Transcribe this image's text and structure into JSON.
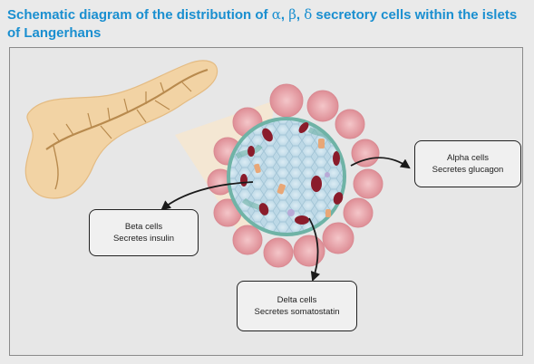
{
  "title": {
    "prefix": "Schematic diagram of the distribution of ",
    "alpha": "α",
    "sep1": ", ",
    "beta": "β",
    "sep2": ", ",
    "delta": "δ",
    "suffix": " secretory cells within the islets of Langerhans"
  },
  "labels": {
    "alpha": {
      "line1": "Alpha cells",
      "line2": "Secretes glucagon"
    },
    "beta": {
      "line1": "Beta cells",
      "line2": "Secretes insulin"
    },
    "delta": {
      "line1": "Delta cells",
      "line2": "Secretes somatostatin"
    }
  },
  "colors": {
    "title": "#1a8fd0",
    "pancreas": "#f2d3a4",
    "duct": "#b88a4e",
    "acinar": "#e9a6ac",
    "islet_core": "#cfe3ee",
    "islet_rim": "#6fb3a6",
    "alpha_cell": "#8a1c2b",
    "delta_cell": "#e8a777",
    "arrow": "#1a1a1a"
  }
}
